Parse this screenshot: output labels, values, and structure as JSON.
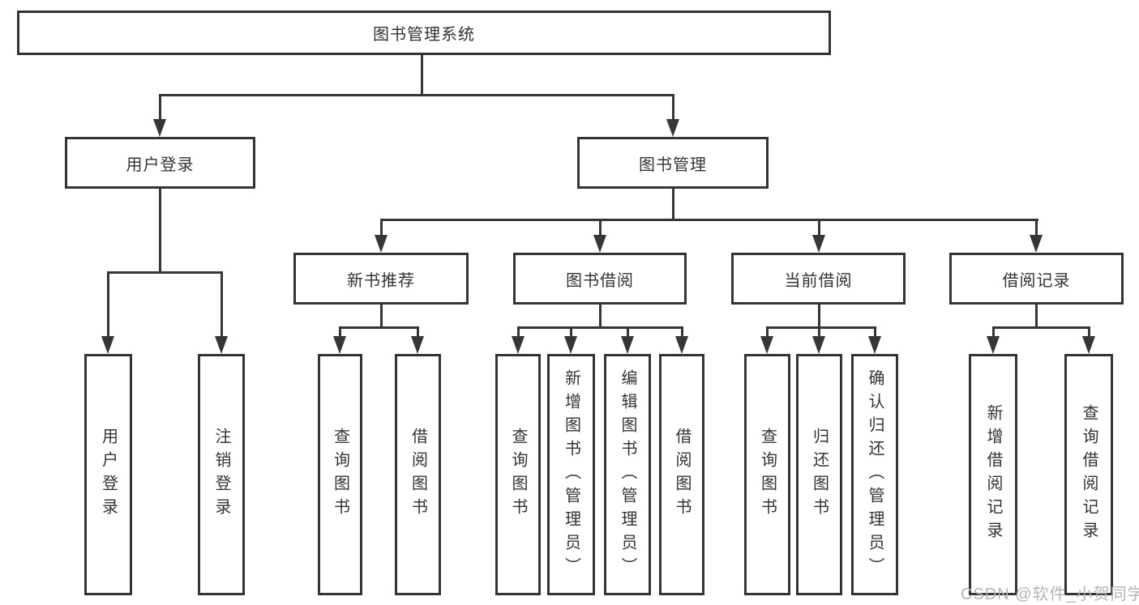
{
  "diagram": {
    "title": "图书管理系统",
    "level2": {
      "user_login": "用户登录",
      "book_mgmt": "图书管理"
    },
    "level3": {
      "new_books": "新书推荐",
      "book_borrow": "图书借阅",
      "current_borrow": "当前借阅",
      "borrow_records": "借阅记录"
    },
    "leaves": {
      "user_login": [
        "用户登录",
        "注销登录"
      ],
      "new_books": [
        "查询图书",
        "借阅图书"
      ],
      "book_borrow": [
        "查询图书",
        "新增图书（管理员）",
        "编辑图书（管理员）",
        "借阅图书"
      ],
      "current_borrow": [
        "查询图书",
        "归还图书",
        "确认归还（管理员）"
      ],
      "borrow_records": [
        "新增借阅记录",
        "查询借阅记录"
      ]
    },
    "watermark": "CSDN @软件_小贺同学"
  }
}
